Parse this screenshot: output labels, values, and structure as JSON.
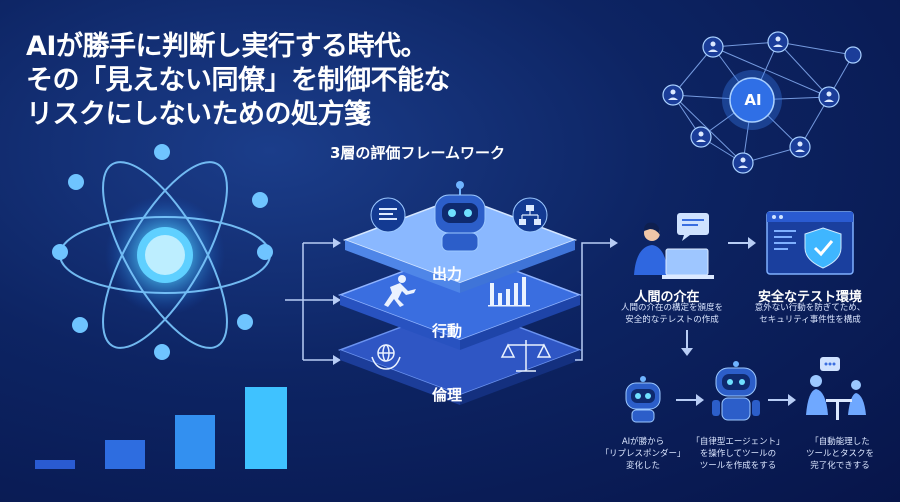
{
  "headline": {
    "line1": "AIが勝手に判断し実行する時代。",
    "line2": "その「見えない同僚」を制御不能な",
    "line3": "リスクにしないための処方箋"
  },
  "framework": {
    "title": "3層の評価フレームワーク",
    "layers": [
      {
        "label": "出力"
      },
      {
        "label": "行動"
      },
      {
        "label": "倫理"
      }
    ]
  },
  "network": {
    "center_label": "AI"
  },
  "human": {
    "title": "人間の介在",
    "desc1": "人間の介在の構定を頒度を",
    "desc2": "安全的なテレストの作成"
  },
  "test_env": {
    "title": "安全なテスト環境",
    "desc1": "意外ない行動を防ぎてため、",
    "desc2": "セキュリティ事件性を構成"
  },
  "flow": [
    {
      "line1": "AIが勝から",
      "line2": "「リプレスポンダー」",
      "line3": "変化した"
    },
    {
      "line1": "「自律型エージェント」",
      "line2": "を操作してツールの",
      "line3": "ツールを作成をする"
    },
    {
      "line1": "「自動能理した",
      "line2": "ツールとタスクを",
      "line3": "完了化できする"
    }
  ],
  "colors": {
    "accent": "#3fb6ff",
    "bg": "#0d2463"
  }
}
